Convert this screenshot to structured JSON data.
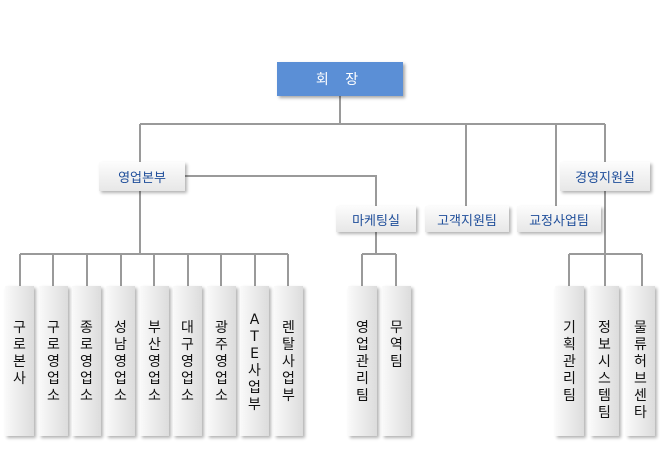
{
  "top": {
    "label": "회 장"
  },
  "departments": {
    "sales_hq": "영업본부",
    "marketing": "마케팅실",
    "customer_support": "고객지원팀",
    "correction_business": "교정사업팀",
    "management_support": "경영지원실"
  },
  "sales_units": [
    "구로본사",
    "구로영업소",
    "종로영업소",
    "성남영업소",
    "부산영업소",
    "대구영업소",
    "광주영업소",
    "ATE사업부",
    "렌탈사업부"
  ],
  "marketing_units": [
    "영업관리팀",
    "무역팀"
  ],
  "management_units": [
    "기획관리팀",
    "정보시스템팀",
    "물류허브센타"
  ]
}
